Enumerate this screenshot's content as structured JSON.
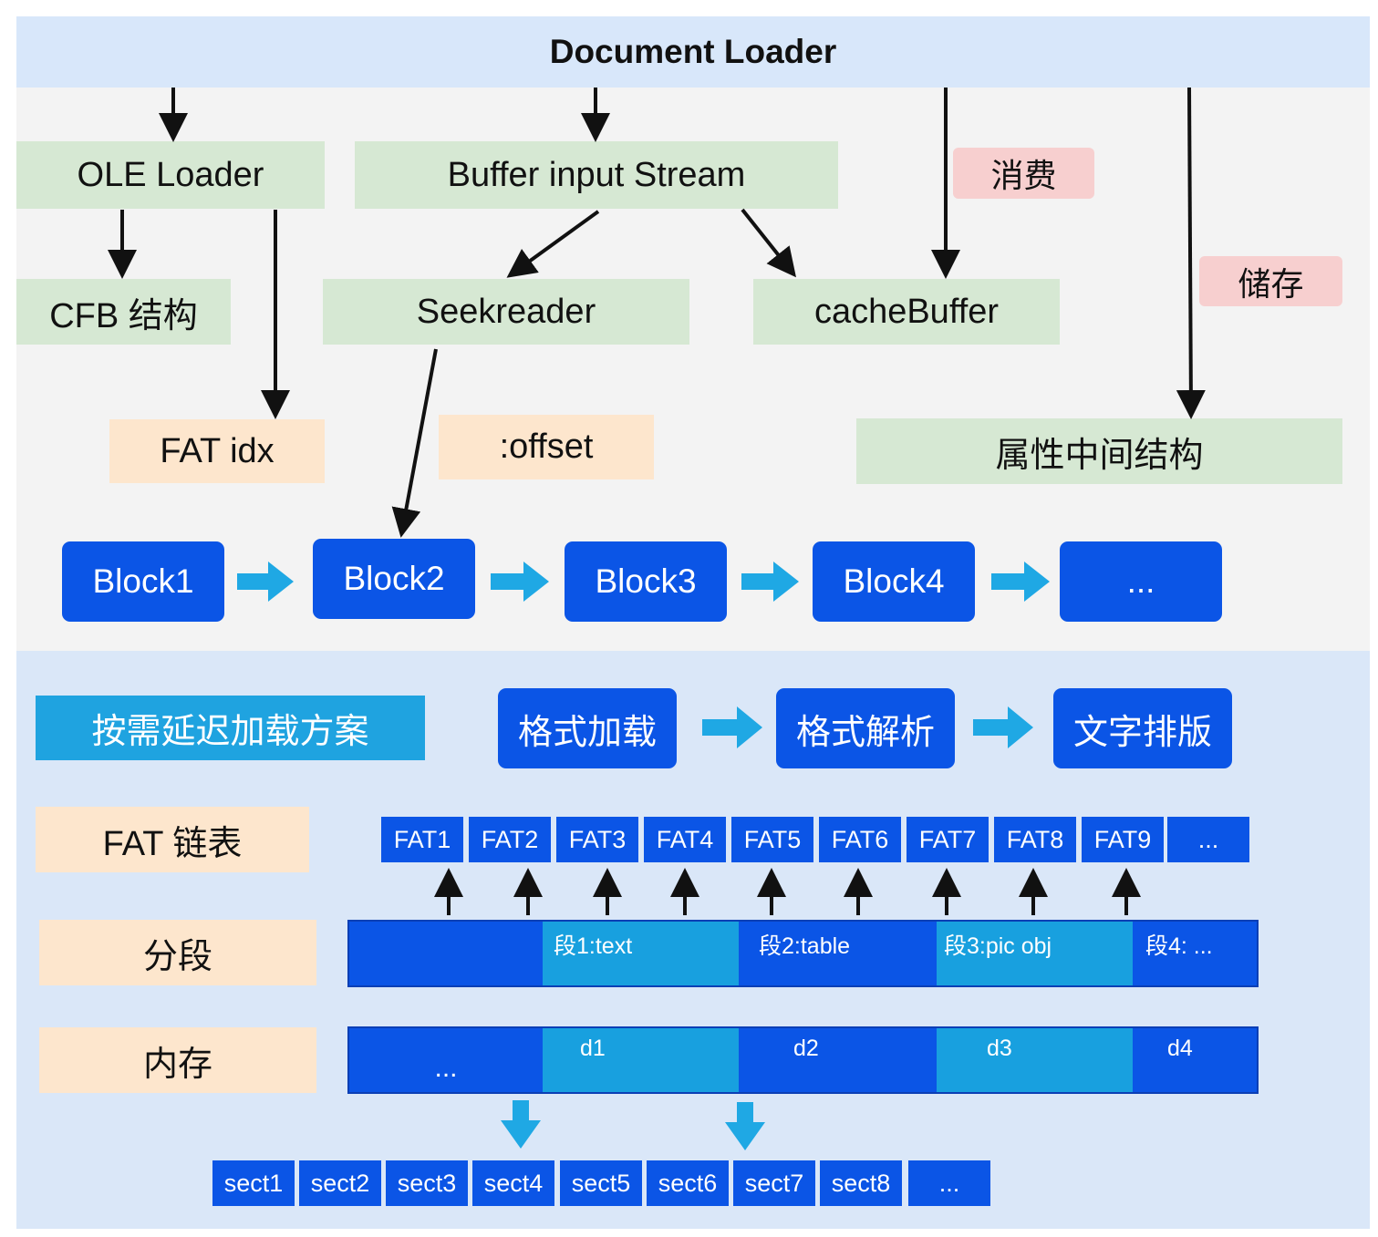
{
  "title": "Document Loader",
  "top_nodes": {
    "ole_loader": "OLE Loader",
    "buffer_input_stream": "Buffer input Stream",
    "cfb": "CFB 结构",
    "seekreader": "Seekreader",
    "cache_buffer": "cacheBuffer",
    "fat_idx": "FAT idx",
    "offset": ":offset",
    "attr_struct": "属性中间结构"
  },
  "tags": {
    "consume": "消费",
    "store": "储存"
  },
  "blocks": [
    "Block1",
    "Block2",
    "Block3",
    "Block4",
    "..."
  ],
  "plan_label": "按需延迟加载方案",
  "format_steps": [
    "格式加载",
    "格式解析",
    "文字排版"
  ],
  "row_labels": {
    "fat_chain": "FAT 链表",
    "segment": "分段",
    "memory": "内存"
  },
  "fat_entries": [
    "FAT1",
    "FAT2",
    "FAT3",
    "FAT4",
    "FAT5",
    "FAT6",
    "FAT7",
    "FAT8",
    "FAT9",
    "..."
  ],
  "segments": [
    "",
    "段1:text",
    "段2:table",
    "段3:pic obj",
    "段4: ..."
  ],
  "memory": [
    "...",
    "d1",
    "d2",
    "d3",
    "d4"
  ],
  "sects": [
    "sect1",
    "sect2",
    "sect3",
    "sect4",
    "sect5",
    "sect6",
    "sect7",
    "sect8",
    "..."
  ],
  "colors": {
    "block_blue": "#0b55e6",
    "light_blue": "#18a0df",
    "arrow_blue": "#1fa8e4",
    "green_box": "#d6e8d3",
    "peach_box": "#fde6cd",
    "pink_tag": "#f7cfcf",
    "top_band": "#d8e7fa",
    "bottom_band": "#dae7f8"
  }
}
